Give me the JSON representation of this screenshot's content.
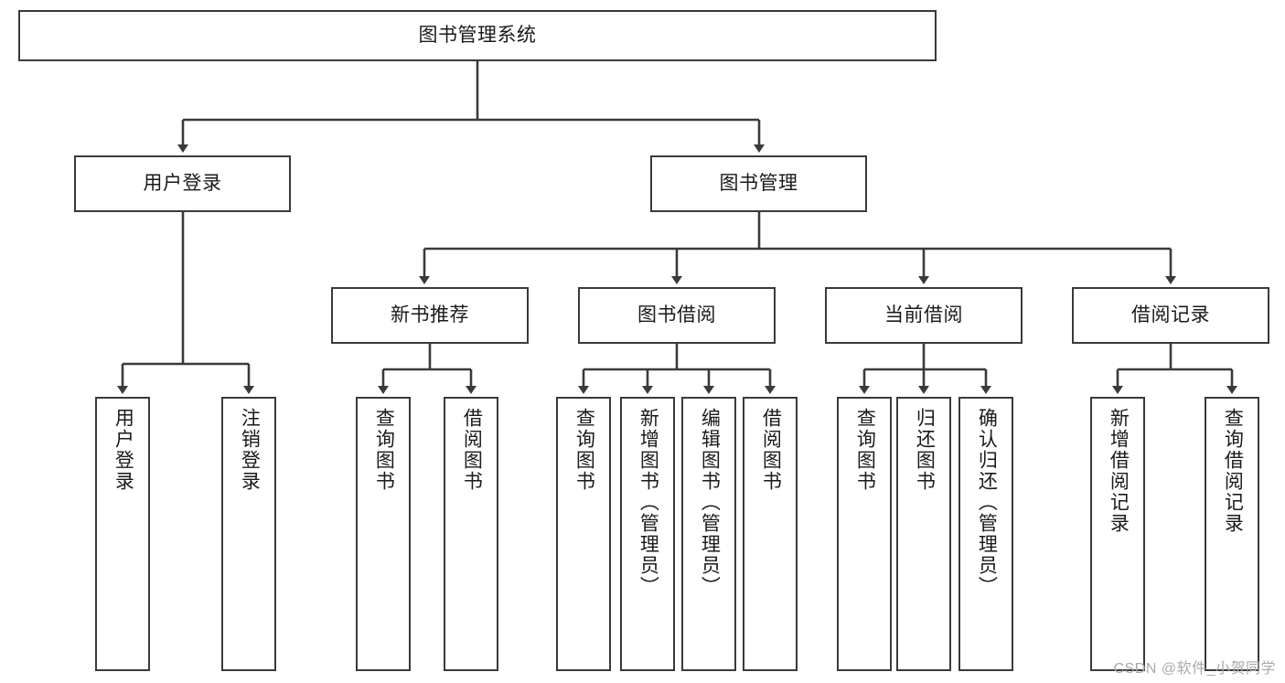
{
  "diagram": {
    "type": "hierarchy-tree",
    "title": "图书管理系统",
    "watermark": "CSDN @软件_小贺同学",
    "accent_color": "#3a3a3a",
    "background_color": "#ffffff",
    "levels": {
      "root": {
        "label": "图书管理系统"
      },
      "level2": [
        {
          "label": "用户登录"
        },
        {
          "label": "图书管理"
        }
      ],
      "level3": [
        {
          "label": "新书推荐"
        },
        {
          "label": "图书借阅"
        },
        {
          "label": "当前借阅"
        },
        {
          "label": "借阅记录"
        }
      ],
      "leaves": {
        "user_login": [
          {
            "label": "用户登录"
          },
          {
            "label": "注销登录"
          }
        ],
        "new_book_recommend": [
          {
            "label": "查询图书"
          },
          {
            "label": "借阅图书"
          }
        ],
        "book_borrow": [
          {
            "label": "查询图书"
          },
          {
            "label": "新增图书（管理员）"
          },
          {
            "label": "编辑图书（管理员）"
          },
          {
            "label": "借阅图书"
          }
        ],
        "current_borrow": [
          {
            "label": "查询图书"
          },
          {
            "label": "归还图书"
          },
          {
            "label": "确认归还（管理员）"
          }
        ],
        "borrow_record": [
          {
            "label": "新增借阅记录"
          },
          {
            "label": "查询借阅记录"
          }
        ]
      }
    }
  }
}
